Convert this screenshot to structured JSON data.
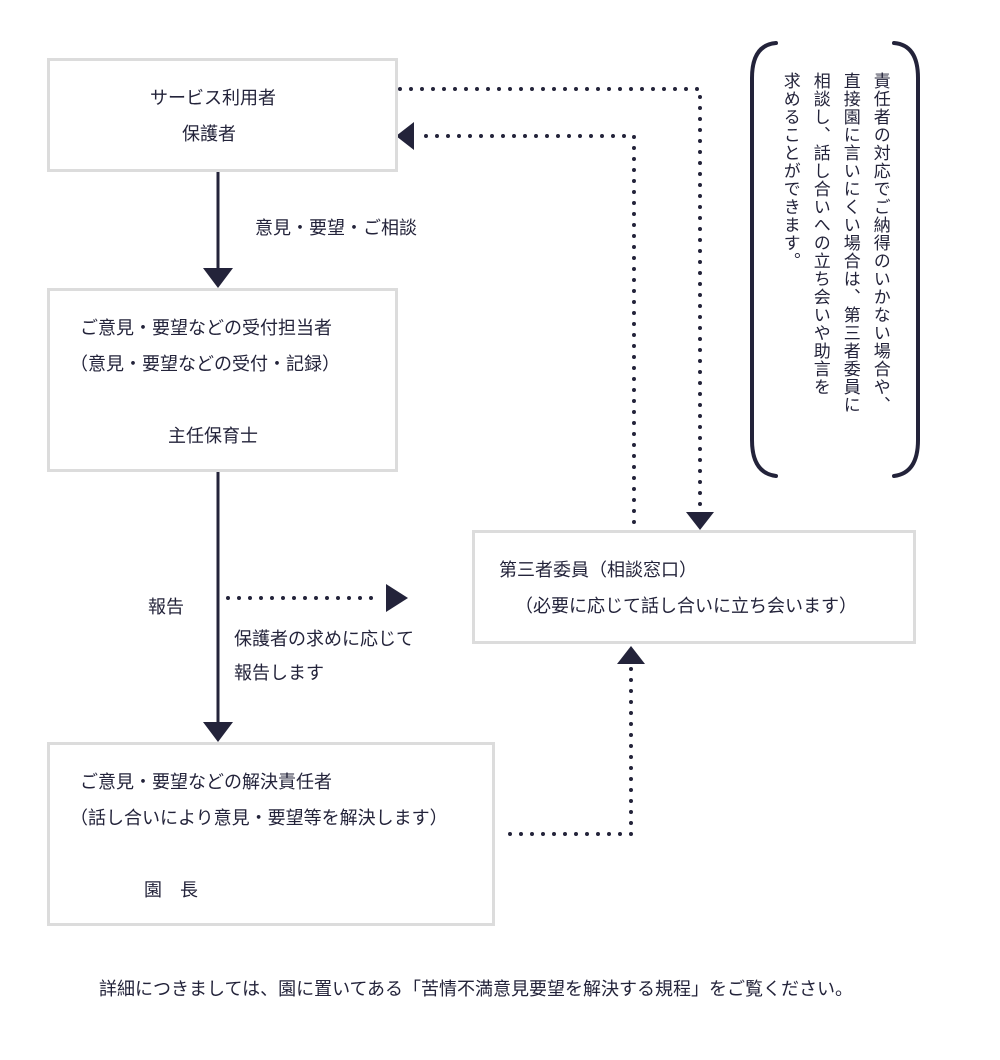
{
  "boxes": {
    "user": {
      "line1": "サービス利用者",
      "line2": "保護者"
    },
    "receiver": {
      "line1": "ご意見・要望などの受付担当者",
      "line2": "（意見・要望などの受付・記録）",
      "role": "主任保育士"
    },
    "third_party": {
      "line1": "第三者委員（相談窓口）",
      "line2": "（必要に応じて話し合いに立ち会います）"
    },
    "resolver": {
      "line1": "ご意見・要望などの解決責任者",
      "line2": "（話し合いにより意見・要望等を解決します）",
      "role": "園　長"
    }
  },
  "labels": {
    "opinion": "意見・要望・ご相談",
    "report": "報告",
    "report_note_1": "保護者の求めに応じて",
    "report_note_2": "報告します"
  },
  "note": {
    "col1": "責任者の対応でご納得のいかない場合や、",
    "col2": "直接園に言いにくい場合は、第三者委員に",
    "col3": "相談し、話し合いへの立ち会いや助言を",
    "col4": "求めることができます。"
  },
  "footer": "詳細につきましては、園に置いてある「苦情不満意見要望を解決する規程」をご覧ください。",
  "colors": {
    "primary": "#23233a",
    "box_border": "#dcdcdc"
  }
}
